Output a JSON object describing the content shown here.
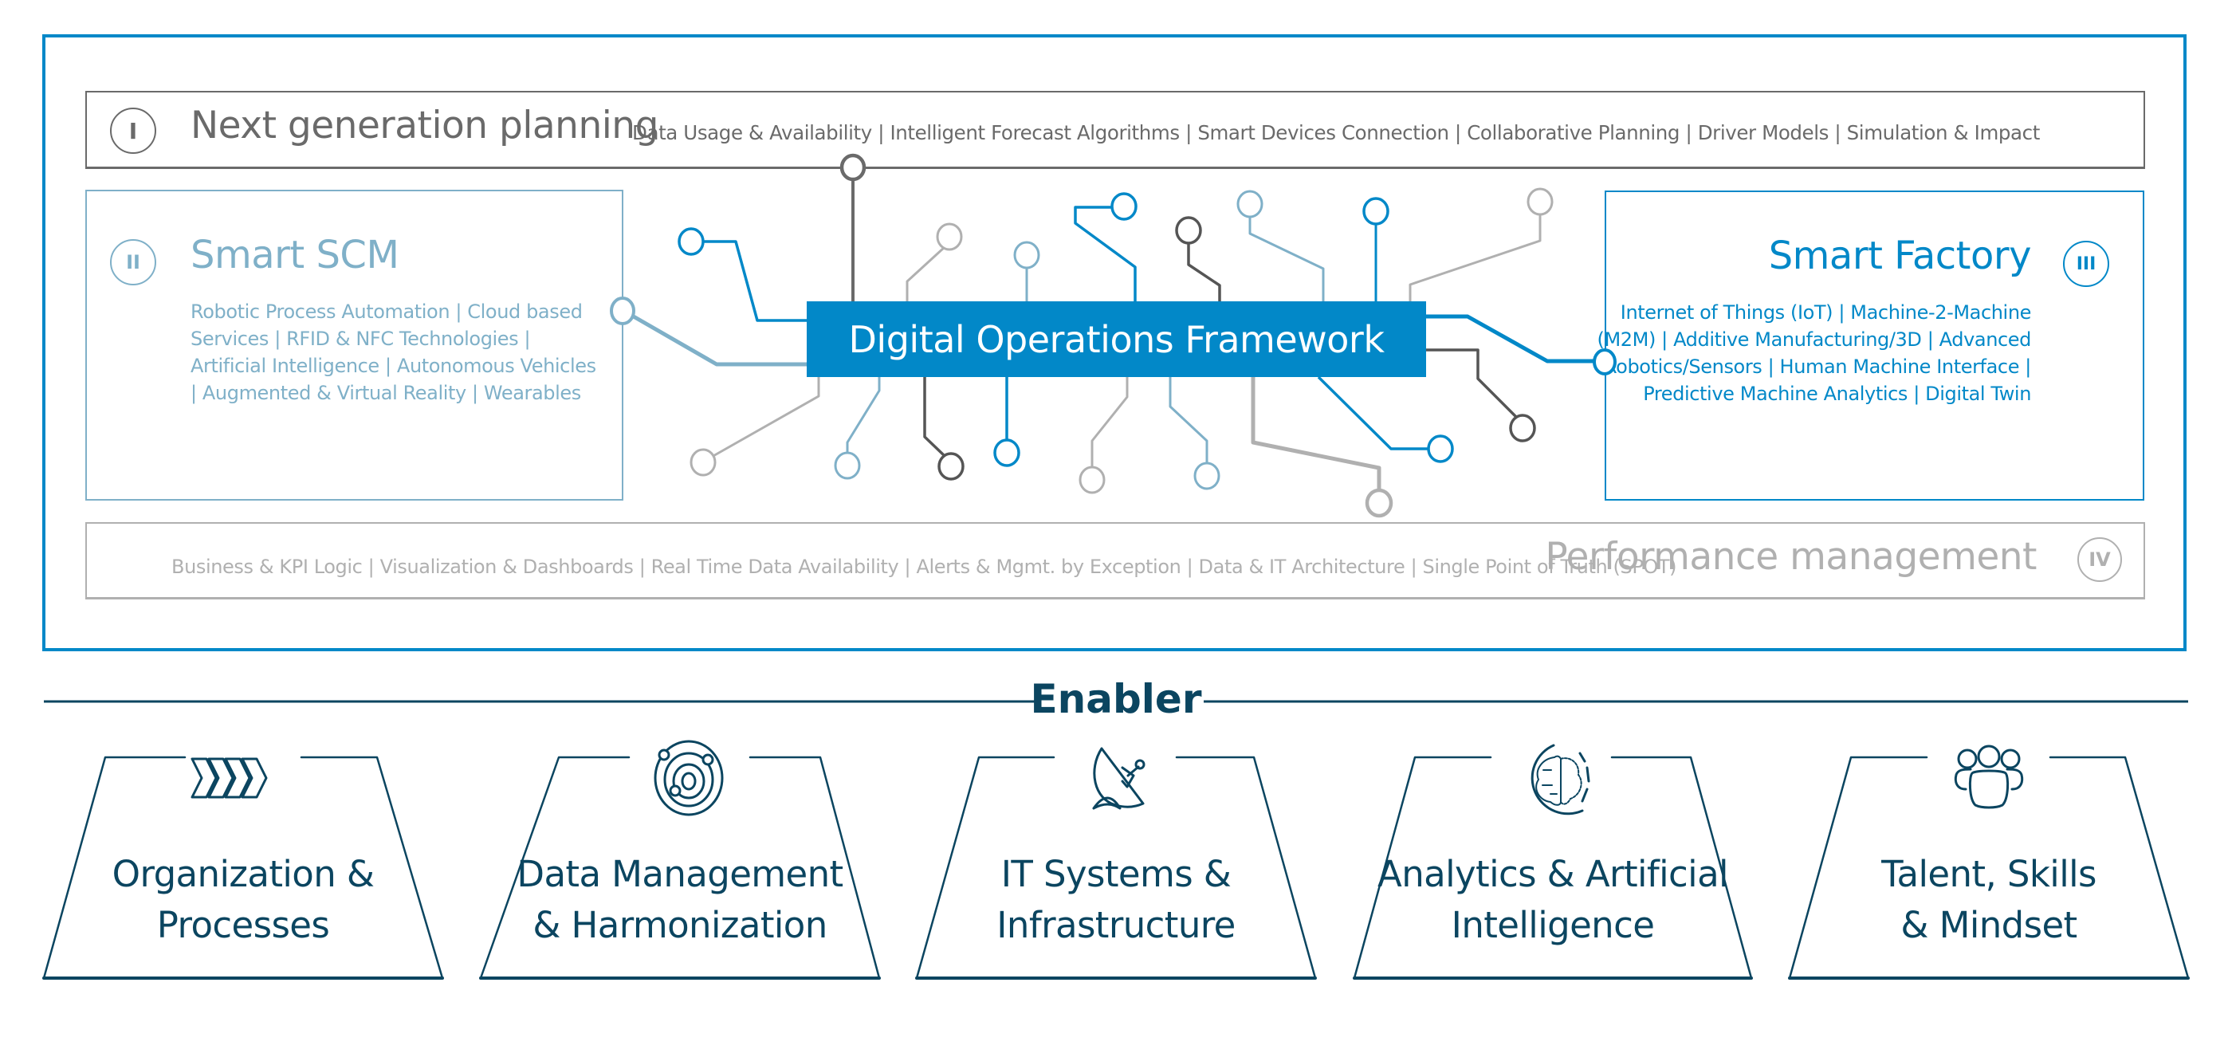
{
  "colors": {
    "brand_blue": "#0288c8",
    "light_blue": "#7fb0c8",
    "dark_grey": "#6a6a6a",
    "light_grey": "#b0b0b0",
    "enabler_teal": "#0b4560"
  },
  "planning": {
    "roman": "I",
    "title": "Next generation planning",
    "items": "Data Usage & Availability | Intelligent Forecast Algorithms | Smart Devices Connection | Collaborative Planning | Driver Models | Simulation & Impact"
  },
  "smart_scm": {
    "roman": "II",
    "title": "Smart SCM",
    "items": "Robotic Process Automation | Cloud based Services | RFID & NFC Technologies | Artificial Intelligence | Autonomous Vehicles | Augmented & Virtual Reality | Wearables"
  },
  "smart_factory": {
    "roman": "III",
    "title": "Smart Factory",
    "items": "Internet of Things (IoT) | Machine-2-Machine (M2M) | Additive Manufacturing/3D | Advanced Robotics/Sensors | Human Machine Interface | Predictive Machine Analytics | Digital Twin"
  },
  "performance": {
    "roman": "IV",
    "title": "Performance management",
    "items": "Business & KPI Logic | Visualization & Dashboards | Real Time Data Availability | Alerts & Mgmt. by Exception | Data & IT Architecture | Single Point of Truth (SPOT)"
  },
  "framework": {
    "title": "Digital Operations Framework"
  },
  "enabler": {
    "title": "Enabler",
    "items": [
      {
        "label": "Organization &\nProcesses",
        "icon": "process-chevrons-icon"
      },
      {
        "label": "Data Management\n& Harmonization",
        "icon": "data-orbit-icon"
      },
      {
        "label": "IT Systems &\nInfrastructure",
        "icon": "satellite-dish-icon"
      },
      {
        "label": "Analytics & Artificial\nIntelligence",
        "icon": "ai-brain-icon"
      },
      {
        "label": "Talent, Skills\n& Mindset",
        "icon": "team-people-icon"
      }
    ]
  }
}
